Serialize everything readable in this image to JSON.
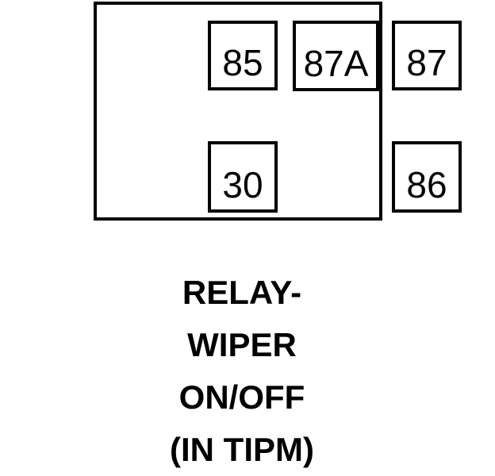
{
  "diagram": {
    "title": "Relay pin configuration diagram",
    "stroke_color": "#000000",
    "background_color": "#ffffff",
    "component": "relay-body-outline",
    "pins": [
      {
        "id": "pin-85",
        "label": "85",
        "row": "top",
        "position": "left"
      },
      {
        "id": "pin-87a",
        "label": "87A",
        "row": "top",
        "position": "center"
      },
      {
        "id": "pin-87",
        "label": "87",
        "row": "top",
        "position": "right"
      },
      {
        "id": "pin-30",
        "label": "30",
        "row": "bottom",
        "position": "left"
      },
      {
        "id": "pin-86",
        "label": "86",
        "row": "bottom",
        "position": "right"
      }
    ]
  },
  "caption": {
    "lines": [
      "RELAY-",
      "WIPER",
      "ON/OFF",
      "(IN TIPM)"
    ]
  }
}
